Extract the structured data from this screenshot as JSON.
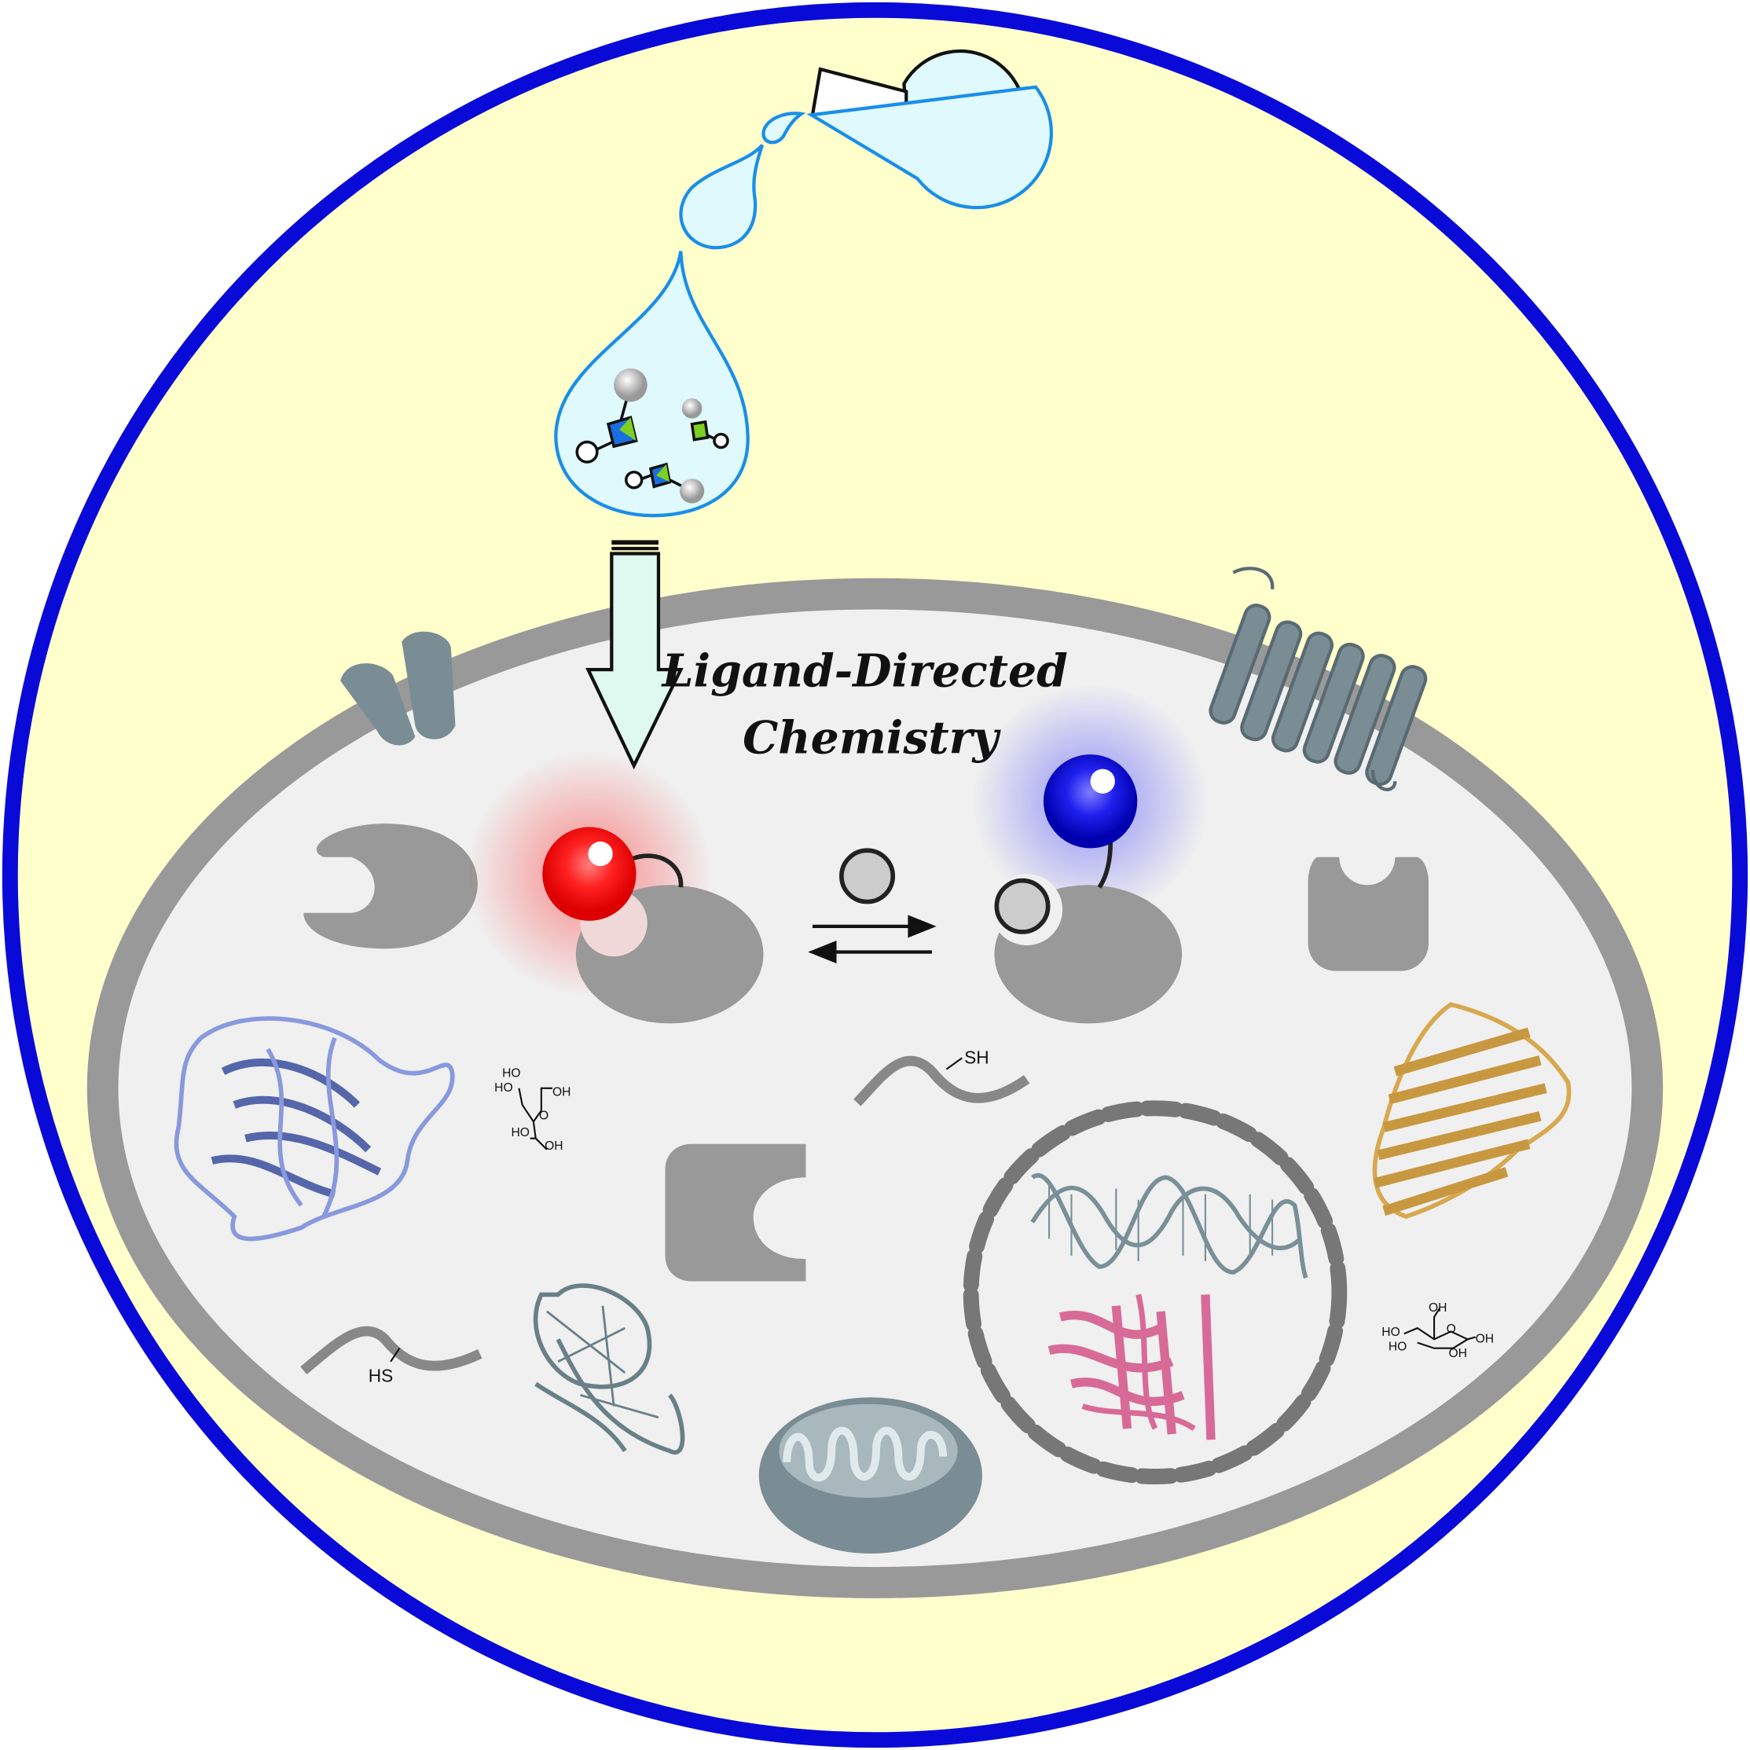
{
  "title": {
    "line1": "Ligand-Directed",
    "line2": "Chemistry"
  },
  "labels": {
    "thiol_top": "SH",
    "thiol_bottom": "HS"
  },
  "sugar_left": {
    "a": "HO",
    "b": "HO",
    "c": "OH",
    "d": "O",
    "e": "HO",
    "f": "OH"
  },
  "sugar_right": {
    "a": "OH",
    "b": "HO",
    "c": "O",
    "d": "HO",
    "e": "OH",
    "f": "OH"
  },
  "colors": {
    "border": "#0a0ad8",
    "background": "#ffffcc",
    "cell_fill": "#f0f0f0",
    "cell_membrane": "#999999",
    "reagent": "#dff9fc",
    "reagent_stroke": "#1a8ee8",
    "probe_red": "#ff1010",
    "probe_blue": "#1010e0",
    "protein_blue": "#8899dd",
    "protein_gold": "#d8a850",
    "protein_pink": "#d86a98",
    "nucleic": "#6a8088",
    "membrane_protein": "#7a8c94"
  }
}
